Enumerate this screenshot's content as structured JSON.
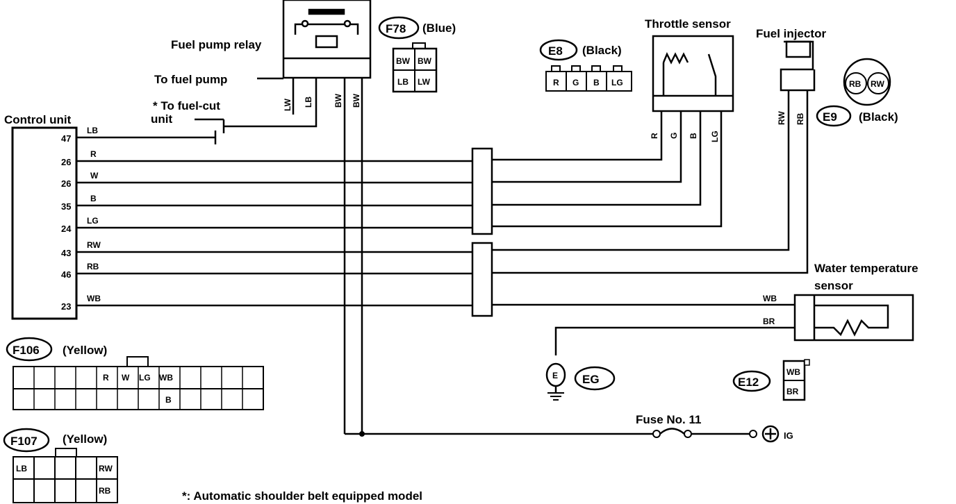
{
  "labels": {
    "fuel_pump_relay": "Fuel pump relay",
    "to_fuel_pump": "To fuel pump",
    "to_fuel_cut_line1": "* To fuel-cut",
    "to_fuel_cut_line2": "unit",
    "control_unit": "Control unit",
    "throttle_sensor": "Throttle sensor",
    "fuel_injector": "Fuel injector",
    "water_temp_line1": "Water temperature",
    "water_temp_line2": "sensor",
    "fuse": "Fuse No. 11",
    "ig": "IG",
    "footnote": "*:  Automatic shoulder belt equipped model"
  },
  "connectors": {
    "f78": {
      "id": "F78",
      "color": "(Blue)",
      "cells": [
        "BW",
        "BW",
        "LB",
        "LW"
      ]
    },
    "e8": {
      "id": "E8",
      "color": "(Black)",
      "cells": [
        "R",
        "G",
        "B",
        "LG"
      ]
    },
    "e9": {
      "id": "E9",
      "color": "(Black)",
      "cells": [
        "RB",
        "RW"
      ]
    },
    "e12": {
      "id": "E12",
      "cells": [
        "WB",
        "BR"
      ]
    },
    "eg": {
      "id": "EG",
      "symbol": "E"
    },
    "f106": {
      "id": "F106",
      "color": "(Yellow)",
      "top": [
        "R",
        "W",
        "LG",
        "WB"
      ],
      "bottom": [
        "B"
      ]
    },
    "f107": {
      "id": "F107",
      "color": "(Yellow)",
      "cells": [
        "LB",
        "RW",
        "RB"
      ]
    }
  },
  "control_unit": {
    "pins": [
      {
        "pin": "47",
        "wire": "LB"
      },
      {
        "pin": "26",
        "wire": "R"
      },
      {
        "pin": "26",
        "wire": "W"
      },
      {
        "pin": "35",
        "wire": "B"
      },
      {
        "pin": "24",
        "wire": "LG"
      },
      {
        "pin": "43",
        "wire": "RW"
      },
      {
        "pin": "46",
        "wire": "RB"
      },
      {
        "pin": "23",
        "wire": "WB"
      }
    ]
  },
  "wires": {
    "relay": [
      "LW",
      "LB",
      "BW",
      "BW"
    ],
    "throttle": [
      "R",
      "G",
      "B",
      "LG"
    ],
    "injector": [
      "RW",
      "RB"
    ],
    "water": [
      "WB",
      "BR"
    ]
  }
}
